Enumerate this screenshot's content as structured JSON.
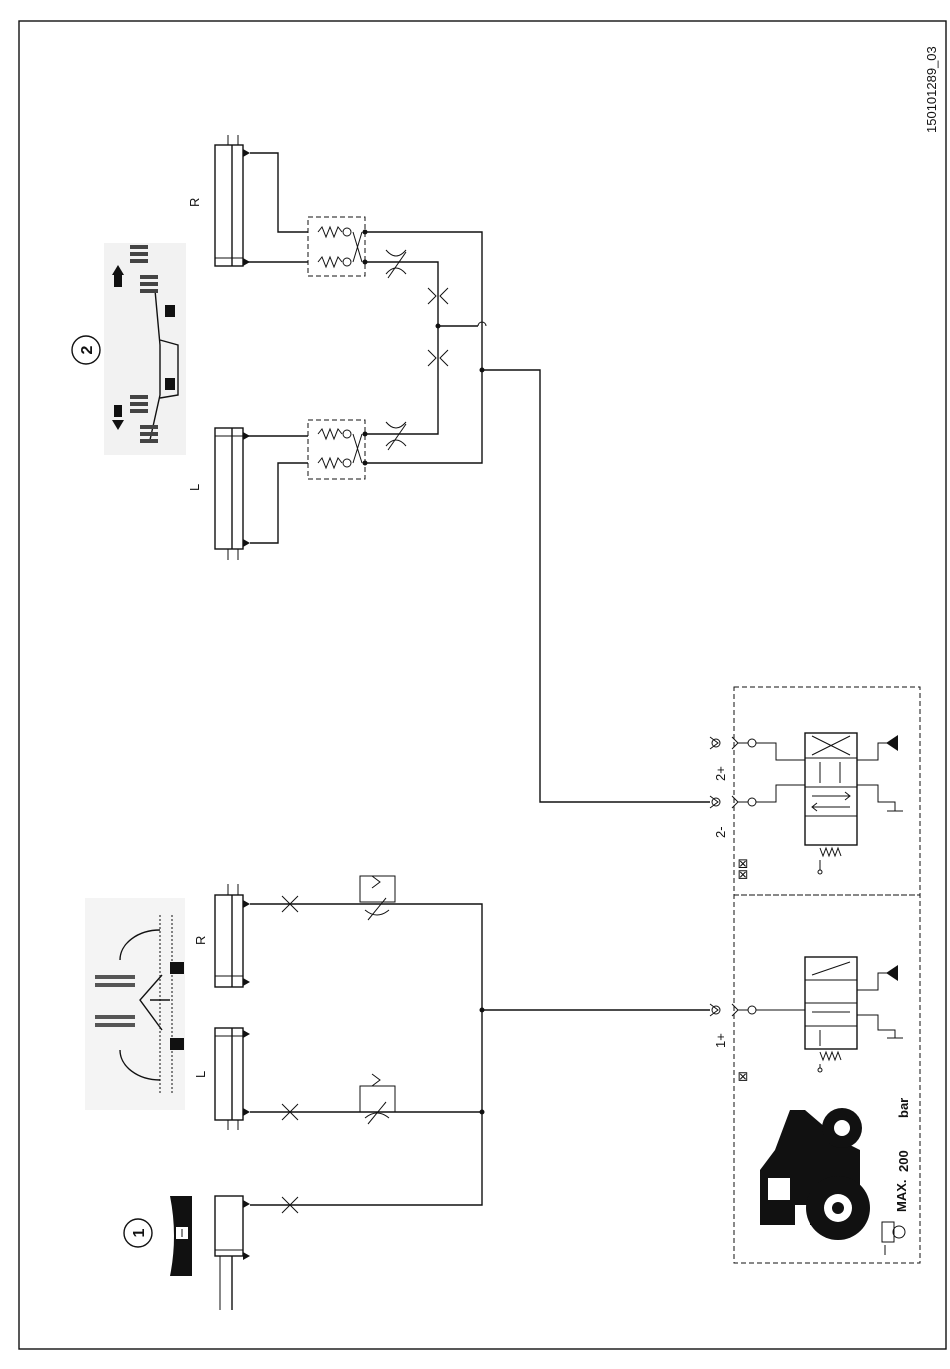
{
  "document_id": "150101289_03",
  "callouts": {
    "one": "1",
    "two": "2"
  },
  "side_labels": {
    "upper_right": "R",
    "upper_left": "L",
    "lower_right": "R",
    "lower_left": "L"
  },
  "port_labels": {
    "two_plus": "2+",
    "two_minus": "2-",
    "one_plus": "1+"
  },
  "valve_marks": {
    "double": "⊠⊠",
    "single": "⊠"
  },
  "pressure": {
    "prefix": "MAX.",
    "value": "200",
    "unit": "bar"
  }
}
